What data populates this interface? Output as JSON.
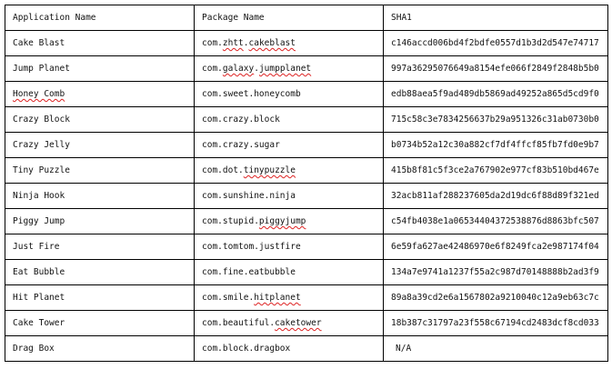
{
  "headers": [
    "Application Name",
    "Package Name",
    "SHA1"
  ],
  "rows": [
    {
      "app": "Cake Blast",
      "pkg": [
        "com.",
        {
          "w": "zhtt"
        },
        ".",
        {
          "w": "cakeblast"
        }
      ],
      "sha1": "c146accd006bd4f2bdfe0557d1b3d2d547e74717"
    },
    {
      "app": "Jump Planet",
      "pkg": [
        "com.",
        {
          "w": "galaxy"
        },
        ".",
        {
          "w": "jumpplanet"
        }
      ],
      "sha1": "997a36295076649a8154efe066f2849f2848b5b0"
    },
    {
      "app": "Honey Comb",
      "app_spell": true,
      "pkg": [
        "com.sweet.honeycomb"
      ],
      "sha1": "edb88aea5f9ad489db5869ad49252a865d5cd9f0"
    },
    {
      "app": "Crazy Block",
      "pkg": [
        "com.crazy.block"
      ],
      "sha1": "715c58c3e7834256637b29a951326c31ab0730b0"
    },
    {
      "app": "Crazy Jelly",
      "pkg": [
        "com.crazy.sugar"
      ],
      "sha1": "b0734b52a12c30a882cf7df4ffcf85fb7fd0e9b7"
    },
    {
      "app": "Tiny Puzzle",
      "pkg": [
        "com.dot.",
        {
          "w": "tinypuzzle"
        }
      ],
      "sha1": "415b8f81c5f3ce2a767902e977cf83b510bd467e"
    },
    {
      "app": "Ninja Hook",
      "pkg": [
        "com.sunshine.ninja"
      ],
      "sha1": "32acb811af288237605da2d19dc6f88d89f321ed"
    },
    {
      "app": "Piggy Jump",
      "pkg": [
        "com.stupid.",
        {
          "w": "piggyjump"
        }
      ],
      "sha1": "c54fb4038e1a06534404372538876d8863bfc507"
    },
    {
      "app": "Just Fire",
      "pkg": [
        "com.tomtom.justfire"
      ],
      "sha1": "6e59fa627ae42486970e6f8249fca2e987174f04"
    },
    {
      "app": "Eat Bubble",
      "pkg": [
        "com.fine.eatbubble"
      ],
      "sha1": "134a7e9741a1237f55a2c987d70148888b2ad3f9"
    },
    {
      "app": "Hit Planet",
      "pkg": [
        "com.smile.",
        {
          "w": "hitplanet"
        }
      ],
      "sha1": "89a8a39cd2e6a1567802a9210040c12a9eb63c7c"
    },
    {
      "app": "Cake Tower",
      "pkg": [
        "com.beautiful.",
        {
          "w": "caketower"
        }
      ],
      "sha1": "18b387c31797a23f558c67194cd2483dcf8cd033"
    },
    {
      "app": "Drag Box",
      "pkg": [
        "com.block.dragbox"
      ],
      "sha1": "N/A"
    }
  ]
}
